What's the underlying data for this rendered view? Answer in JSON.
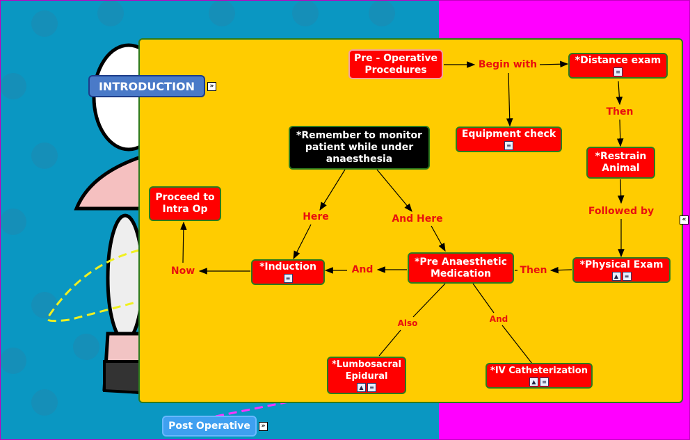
{
  "colors": {
    "background_left": "#0a97c2",
    "background_right": "#ff00ff",
    "panel": "#ffcc00",
    "concept": "#ff0000",
    "linking_phrase": "#e8100e",
    "note": "#000000"
  },
  "nav": {
    "introduction": "INTRODUCTION",
    "post_operative": "Post Operative"
  },
  "concepts": {
    "pre_operative": "Pre - Operative Procedures",
    "distance_exam": "*Distance exam",
    "equipment_check": "Equipment check",
    "restrain_animal": "*Restrain Animal",
    "physical_exam": "*Physical Exam",
    "pre_anaesthetic": "*Pre Anaesthetic Medication",
    "induction": "*Induction",
    "proceed_intra_op": "Proceed to Intra Op",
    "remember_note": "*Remember to monitor patient while under anaesthesia",
    "lumbosacral": "*Lumbosacral Epidural",
    "iv_catheterization": "*IV Catheterization"
  },
  "links": {
    "begin_with": "Begin with",
    "then1": "Then",
    "followed_by": "Followed by",
    "then2": "Then",
    "and1": "And",
    "now": "Now",
    "here": "Here",
    "and_here": "And Here",
    "also": "Also",
    "and2": "And"
  },
  "icons": {
    "resource": "document-icon",
    "image": "image-icon",
    "expand": "double-chevron-right-icon",
    "collapse": "double-chevron-left-icon"
  }
}
